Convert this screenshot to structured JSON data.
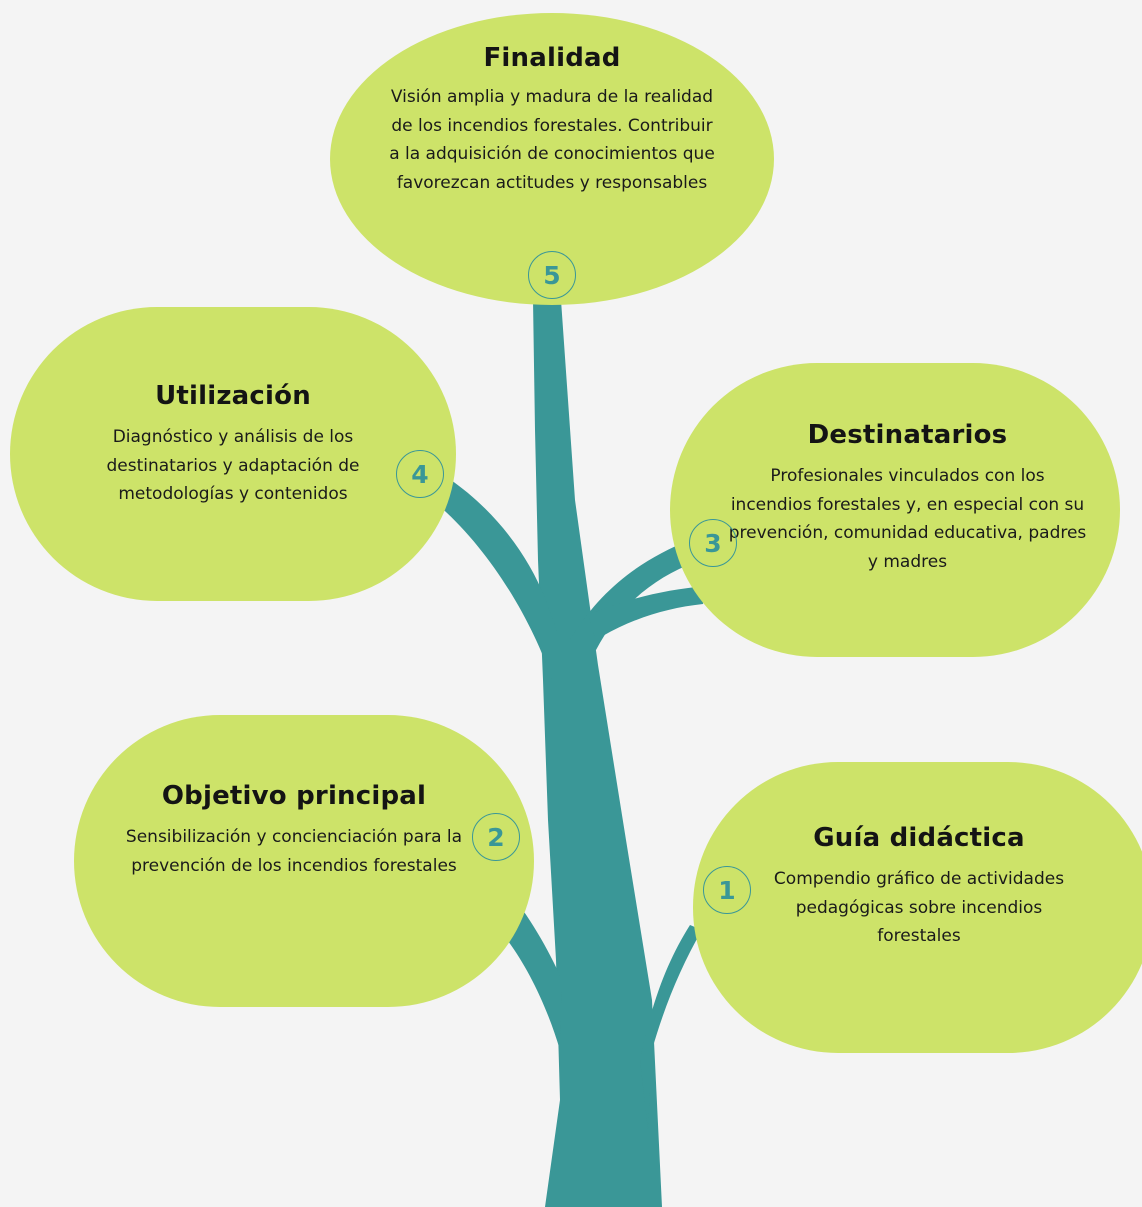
{
  "colors": {
    "background": "#f4f4f4",
    "bubble": "#cde369",
    "trunk": "#3a9797",
    "number": "#3a9797",
    "text": "#141414"
  },
  "nodes": [
    {
      "number": "5",
      "title": "Finalidad",
      "body": "Visión amplia y madura de la realidad de los incendios forestales. Contribuir a la adquisición de conocimientos que favorezcan actitudes y responsables"
    },
    {
      "number": "4",
      "title": "Utilización",
      "body": "Diagnóstico y análisis de los destinatarios y adaptación de metodologías y contenidos"
    },
    {
      "number": "3",
      "title": "Destinatarios",
      "body": "Profesionales vinculados con los incendios forestales y, en especial con su prevención, comunidad educativa, padres y madres"
    },
    {
      "number": "2",
      "title": "Objetivo principal",
      "body": "Sensibilización y concienciación para la prevención de los incendios forestales"
    },
    {
      "number": "1",
      "title": "Guía didáctica",
      "body": "Compendio gráfico de actividades pedagógicas sobre incendios forestales"
    }
  ]
}
